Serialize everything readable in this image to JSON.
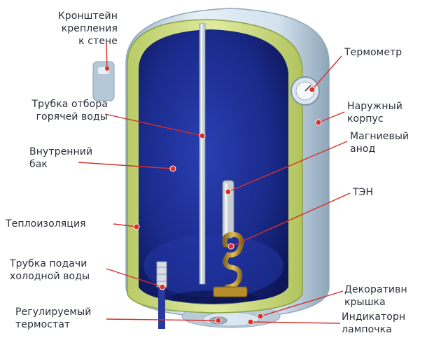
{
  "labels": {
    "bracket": "Кронштейн\nкрепления\nк стене",
    "hot_pipe": "Трубка отбора\nгорячей воды",
    "inner_tank": "Внутренний\nбак",
    "insulation": "Теплоизоляция",
    "cold_pipe": "Трубка подачи\nхолодной воды",
    "thermostat": "Регулируемый\nтермостат",
    "thermometer": "Термометр",
    "outer_body": "Наружный\nкорпус",
    "anode": "Магниевый\nанод",
    "heater": "ТЭН",
    "cover": "Декоративн\nкрышка",
    "lamp": "Индикаторн\nлампочка"
  },
  "colors": {
    "label_text": "#2b2f3a",
    "leader_line": "#d9302a",
    "outer_shell": "#cfe0ee",
    "insulation": "#cfe089",
    "inner_tank": "#1c2f96",
    "heater": "#c9a437"
  }
}
